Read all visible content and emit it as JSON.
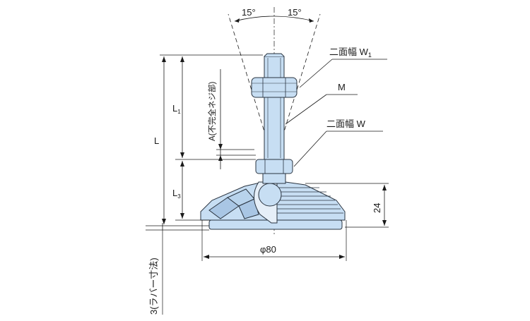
{
  "colors": {
    "part_fill": "#c7def3",
    "part_fill_dark": "#a9c6e4",
    "part_edge": "#2a3440",
    "line": "#1a1a1a"
  },
  "labels": {
    "angle_left": "15°",
    "angle_right": "15°",
    "across_flats_w1": "二面幅 W",
    "across_flats_w1_sub": "1",
    "thread_m": "M",
    "across_flats_w": "二面幅 W",
    "dim_l": "L",
    "dim_l1": "L",
    "dim_l1_sub": "1",
    "dim_l3": "L",
    "dim_l3_sub": "3",
    "incomplete_thread": "A(不完全ネジ部)",
    "height_24": "24",
    "diameter_80": "φ80",
    "rubber_note": "3(ラバー寸法)"
  }
}
